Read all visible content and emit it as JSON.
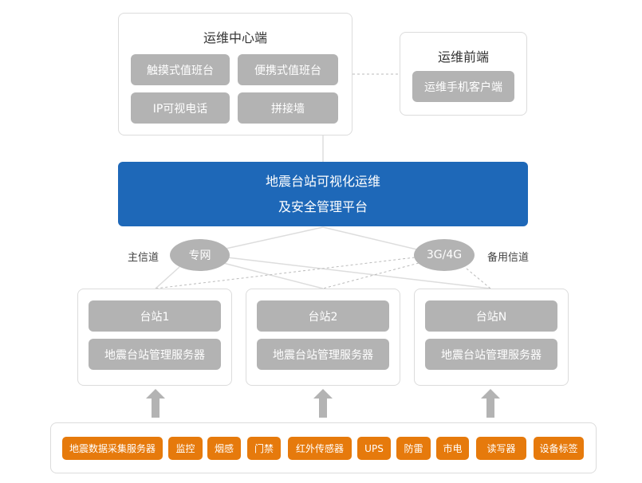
{
  "ops_center": {
    "title": "运维中心端",
    "items": [
      "触摸式值班台",
      "便携式值班台",
      "IP可视电话",
      "拼接墙"
    ]
  },
  "ops_front": {
    "title": "运维前端",
    "items": [
      "运维手机客户端"
    ]
  },
  "platform": {
    "line1": "地震台站可视化运维",
    "line2": "及安全管理平台"
  },
  "channels": {
    "primary_label": "主信道",
    "primary": "专网",
    "backup": "3G/4G",
    "backup_label": "备用信道"
  },
  "stations": [
    {
      "name": "台站1",
      "server": "地震台站管理服务器"
    },
    {
      "name": "台站2",
      "server": "地震台站管理服务器"
    },
    {
      "name": "台站N",
      "server": "地震台站管理服务器"
    }
  ],
  "devices": [
    "地震数据采集服务器",
    "监控",
    "烟感",
    "门禁",
    "红外传感器",
    "UPS",
    "防雷",
    "市电",
    "读写器",
    "设备标签"
  ],
  "colors": {
    "platform": "#1e68b8",
    "device": "#e67a0c",
    "node": "#b3b3b3",
    "border": "#dcdcdc"
  }
}
